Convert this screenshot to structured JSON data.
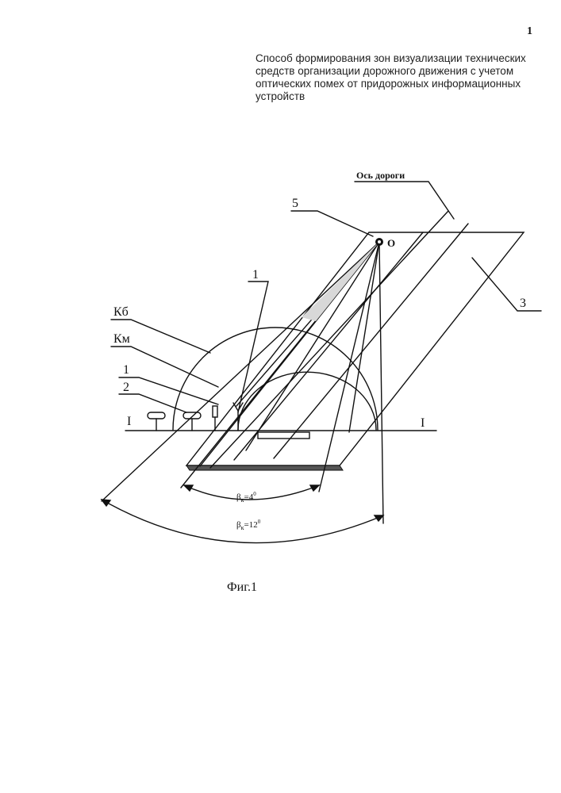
{
  "page_number": "1",
  "title_lines": [
    "Способ формирования зон визуализации технических",
    "средств организации дорожного движения с учетом",
    "оптических помех от придорожных информационных",
    "устройств"
  ],
  "figure": {
    "road_axis_label": "Ось дороги",
    "observer_label": "О",
    "callout_5": "5",
    "callout_3": "3",
    "callout_1_top": "1",
    "callout_1_left": "1",
    "callout_2": "2",
    "kb_label": "Кб",
    "km_label": "Км",
    "section_left": "I",
    "section_right": "I",
    "beta_small_symbol": "β",
    "beta_small_sub": "к",
    "beta_small_value": "=4",
    "beta_small_deg": "0",
    "beta_large_symbol": "β",
    "beta_large_sub": "к",
    "beta_large_value": "=12",
    "beta_large_deg": "0"
  },
  "caption": "Фиг.1"
}
